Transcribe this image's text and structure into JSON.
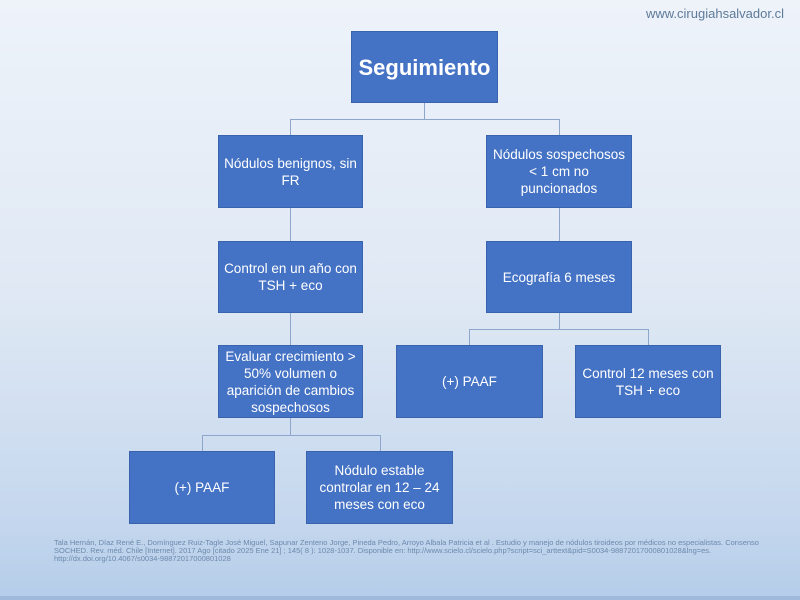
{
  "url": "www.cirugiahsalvador.cl",
  "nodes": {
    "root": "Seguimiento",
    "benign": "Nódulos benignos, sin FR",
    "suspicious": "Nódulos sospechosos < 1 cm no puncionados",
    "control_year": "Control en un año con TSH + eco",
    "echo6": "Ecografía 6 meses",
    "evaluate": "Evaluar crecimiento > 50% volumen o aparición de cambios sospechosos",
    "paaf_right": "(+) PAAF",
    "control12": "Control 12 meses con TSH + eco",
    "paaf_left": "(+) PAAF",
    "stable": "Nódulo estable controlar en 12 – 24 meses con eco"
  },
  "citation": "Tala Hernán, Díaz René E., Domínguez Ruiz-Tagle José Miguel, Sapunar Zenteno Jorge, Pineda Pedro, Arroyo Albala Patricia et al . Estudio y manejo de nódulos tiroideos por médicos no especialistas. Consenso SOCHED. Rev. méd. Chile [Internet]. 2017 Ago [citado 2025 Ene 21] ; 145( 8 ): 1028-1037. Disponible en: http://www.scielo.cl/scielo.php?script=sci_arttext&pid=S0034-98872017000801028&lng=es. http://dx.doi.org/10.4067/s0034-98872017000801028"
}
